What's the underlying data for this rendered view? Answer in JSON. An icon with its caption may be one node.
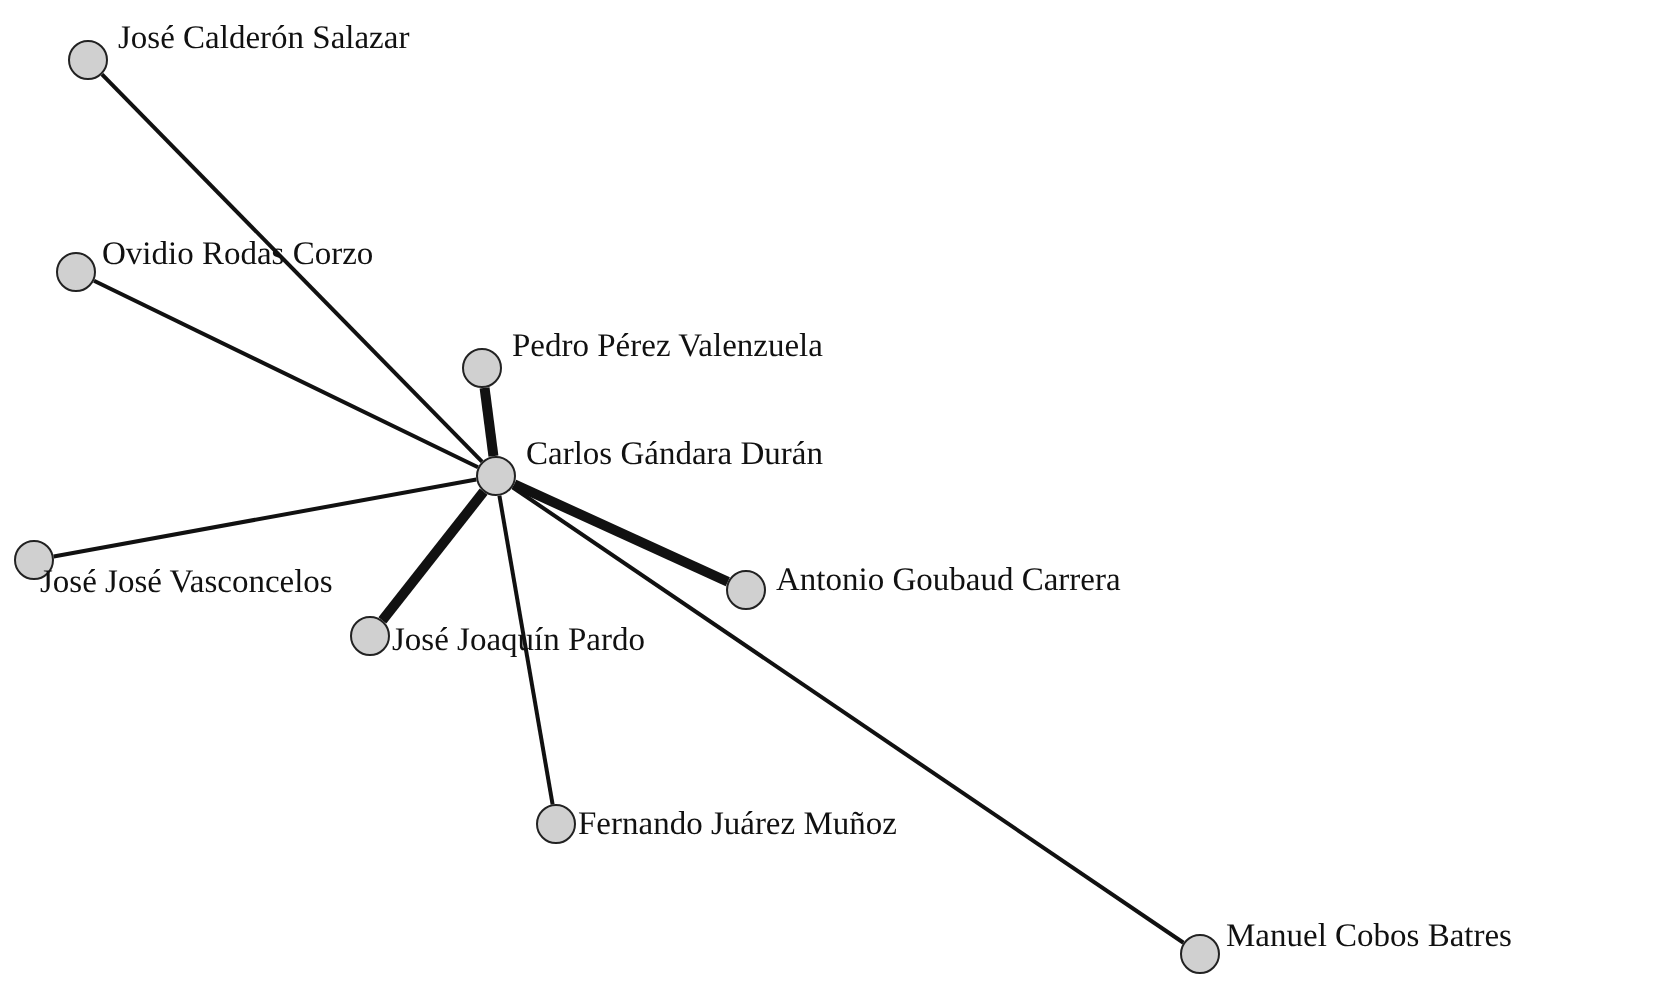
{
  "diagram": {
    "nodes": [
      {
        "text": [
          "José Calderón Salazar"
        ]
      },
      {
        "text": [
          "Ovidio Rodas Corzo"
        ]
      },
      {
        "text": [
          "Pedro Pérez Valenzuela"
        ]
      },
      {
        "text": [
          "Carlos Gándara Durán"
        ]
      },
      {
        "text": [
          "José José Vasconcelos"
        ]
      },
      {
        "text": [
          "Antonio Goubaud Carrera"
        ]
      },
      {
        "text": [
          "José Joaquín Pardo"
        ]
      },
      {
        "text": [
          "Fernando Juárez Muñoz"
        ]
      },
      {
        "text": [
          "Manuel Cobos Batres"
        ]
      }
    ],
    "edges": [
      {
        "from": 3,
        "to": 0,
        "arrow": "none"
      },
      {
        "from": 3,
        "to": 1,
        "arrow": "none"
      },
      {
        "from": 3,
        "to": 2,
        "arrow": "none",
        "style": "thick"
      },
      {
        "from": 3,
        "to": 4,
        "arrow": "none"
      },
      {
        "from": 3,
        "to": 5,
        "arrow": "none",
        "style": "thick"
      },
      {
        "from": 3,
        "to": 6,
        "arrow": "none",
        "style": "thick"
      },
      {
        "from": 3,
        "to": 7,
        "arrow": "none"
      },
      {
        "from": 3,
        "to": 8,
        "arrow": "none"
      }
    ]
  }
}
